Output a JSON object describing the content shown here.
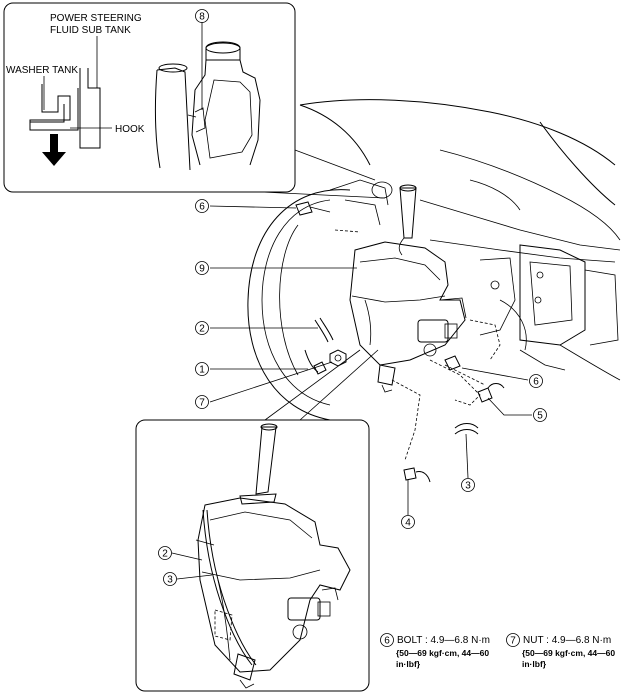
{
  "inset_top": {
    "power_steering_label_line1": "POWER STEERING",
    "power_steering_label_line2": "FLUID SUB TANK",
    "washer_tank_label": "WASHER TANK",
    "hook_label": "HOOK",
    "callout_8": "8"
  },
  "main_callouts": {
    "c1": "1",
    "c2": "2",
    "c3": "3",
    "c4": "4",
    "c5": "5",
    "c6a": "6",
    "c6b": "6",
    "c7": "7",
    "c9": "9"
  },
  "inset_bottom": {
    "c2": "2",
    "c3": "3"
  },
  "torque_specs": {
    "bolt": {
      "callout": "6",
      "title": "BOLT : 4.9—6.8 N·m",
      "line2": "{50—69 kgf·cm, 44—60",
      "line3": "in·lbf}"
    },
    "nut": {
      "callout": "7",
      "title": "NUT : 4.9—6.8 N·m",
      "line2": "{50—69 kgf·cm, 44—60",
      "line3": "in·lbf}"
    }
  }
}
